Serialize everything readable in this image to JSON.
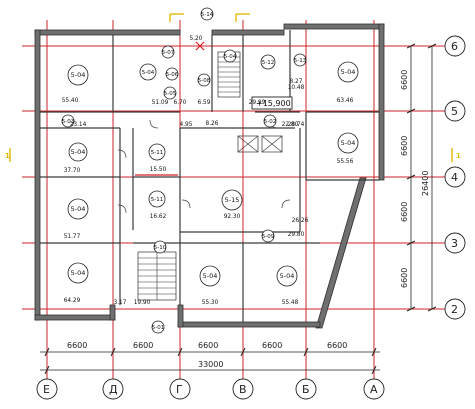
{
  "level_mark": "+15,900",
  "axes_letters": [
    "Е",
    "Д",
    "Г",
    "В",
    "Б",
    "А"
  ],
  "axes_numbers": [
    "6",
    "5",
    "4",
    "3",
    "2"
  ],
  "dims_horizontal": [
    "6600",
    "6600",
    "6600",
    "6600",
    "6600"
  ],
  "dim_total_horizontal": "33000",
  "dims_vertical": [
    "6600",
    "6600",
    "6600",
    "6600"
  ],
  "dim_total_vertical": "26400",
  "section_label": "1",
  "rooms": [
    {
      "tag": "5-04",
      "area": "55.40"
    },
    {
      "tag": "5-04",
      "area": ""
    },
    {
      "tag": "5-07",
      "area": ""
    },
    {
      "tag": "5-06",
      "area": ""
    },
    {
      "tag": "5-05",
      "area": "51.09"
    },
    {
      "tag": "5-08",
      "area": ""
    },
    {
      "tag": "5-04",
      "area": "29.99"
    },
    {
      "tag": "5-12",
      "area": ""
    },
    {
      "tag": "5-13",
      "area": ""
    },
    {
      "tag": "5-04",
      "area": "63.46"
    },
    {
      "tag": "5-04",
      "area": "55.56"
    },
    {
      "tag": "5-04",
      "area": "37.70"
    },
    {
      "tag": "5-11",
      "area": "15.50"
    },
    {
      "tag": "5-11",
      "area": "16.62"
    },
    {
      "tag": "5-04",
      "area": "51.77"
    },
    {
      "tag": "5-15",
      "area": "92.30"
    },
    {
      "tag": "5-04",
      "area": "64.29"
    },
    {
      "tag": "5-04",
      "area": "55.30"
    },
    {
      "tag": "5-04",
      "area": "55.48"
    },
    {
      "tag": "5-03",
      "area": "23.14"
    },
    {
      "tag": "5-02",
      "area": "22.80"
    },
    {
      "tag": "5-09",
      "area": "29.80"
    },
    {
      "tag": "5-10",
      "area": "19.90"
    },
    {
      "tag": "5-01",
      "area": ""
    },
    {
      "tag": "5-14",
      "area": ""
    }
  ],
  "small_numbers": [
    "5.20",
    "6.59",
    "6.70",
    "8.26",
    "8.27",
    "10.48",
    "3.17",
    "4.95",
    "26.26",
    "28.74"
  ]
}
